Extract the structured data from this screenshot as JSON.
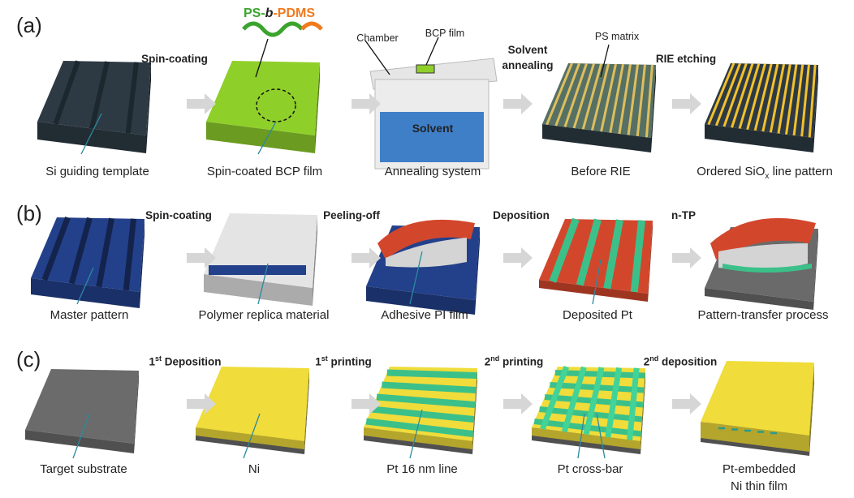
{
  "panels": {
    "a": {
      "label": "(a)",
      "polymer": {
        "ps": "PS-",
        "b": "b",
        "pdms": "-PDMS"
      },
      "steps": [
        "Spin-coating",
        "Solvent annealing",
        "RIE etching"
      ],
      "callouts": {
        "chamber": "Chamber",
        "bcp_film": "BCP film",
        "ps_matrix": "PS matrix",
        "solvent": "Solvent"
      },
      "captions": [
        "Si guiding template",
        "Spin-coated BCP film",
        "Annealing system",
        "Before RIE"
      ],
      "last_caption": {
        "pre": "Ordered SiO",
        "sub": "x",
        "post": " line pattern"
      }
    },
    "b": {
      "label": "(b)",
      "steps": [
        "Spin-coating",
        "Peeling-off",
        "Deposition",
        "n-TP"
      ],
      "captions": [
        "Master pattern",
        "Polymer replica material",
        "Adhesive PI film",
        "Deposited Pt",
        "Pattern-transfer process"
      ]
    },
    "c": {
      "label": "(c)",
      "steps": [
        {
          "num": "1",
          "sup": "st",
          "text": " Deposition"
        },
        {
          "num": "1",
          "sup": "st",
          "text": " printing"
        },
        {
          "num": "2",
          "sup": "nd",
          "text": " printing"
        },
        {
          "num": "2",
          "sup": "nd",
          "text": " deposition"
        }
      ],
      "captions": [
        "Target substrate",
        "Ni",
        "Pt 16 nm line",
        "Pt cross-bar",
        "Pt-embedded",
        "Ni thin film"
      ]
    }
  },
  "colors": {
    "si": "#2d3a44",
    "bcp": "#8fcf2a",
    "solvent": "#3f7fc8",
    "line": "#f2c02a",
    "master": "#23408a",
    "pi": "#d2472c",
    "pt": "#3cc08a",
    "ni": "#f0dc3a",
    "substrate": "#6b6b6b",
    "arrow": "#d6d6d6"
  }
}
